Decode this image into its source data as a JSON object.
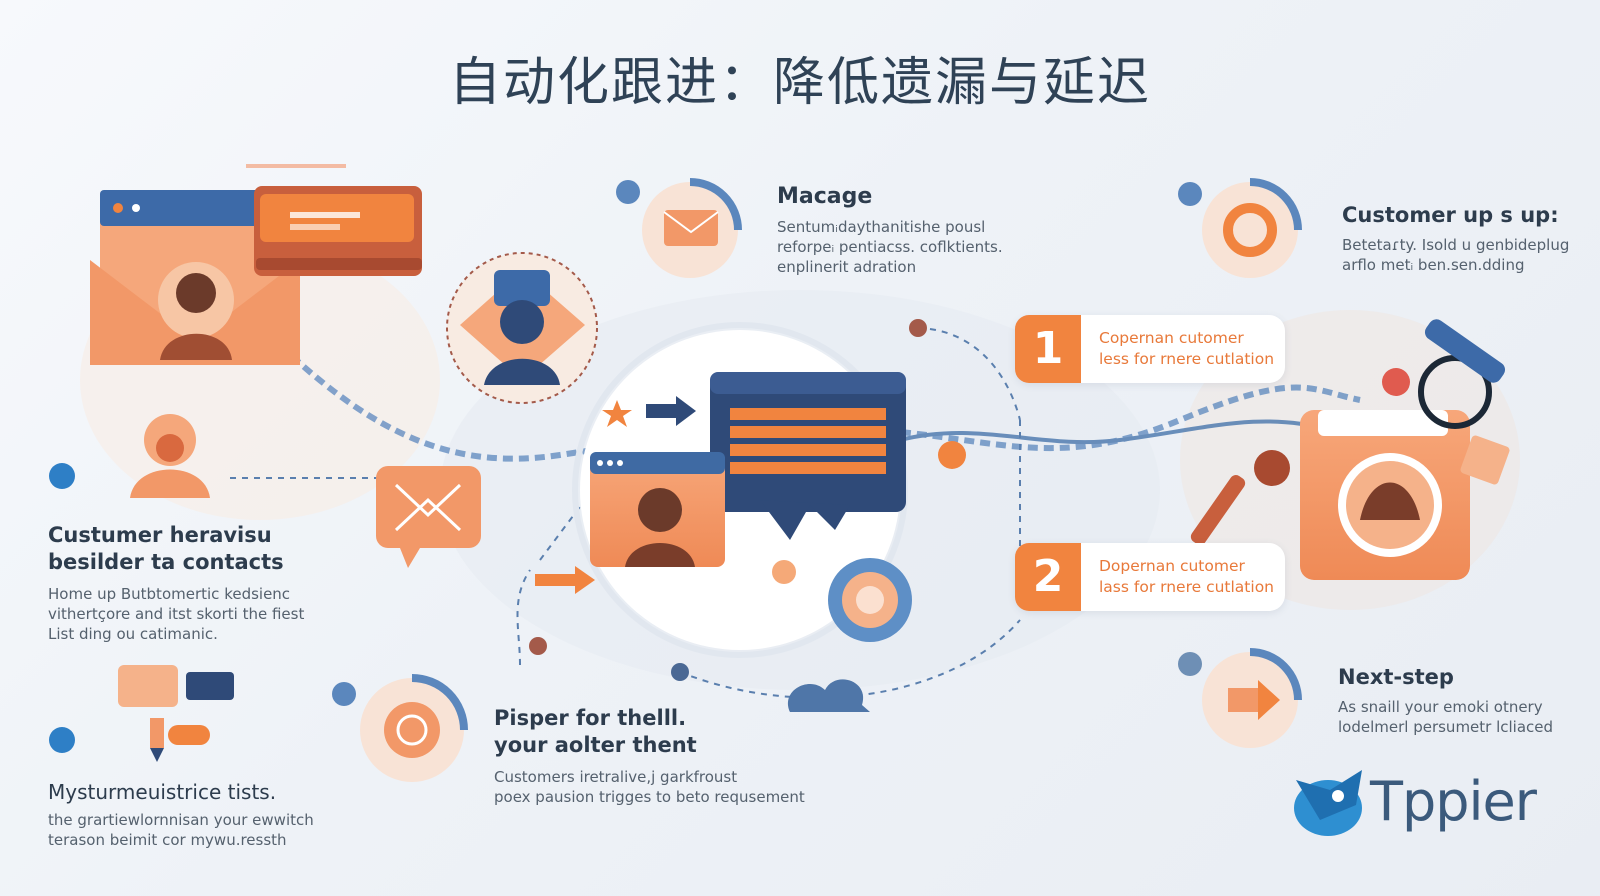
{
  "title": "自动化跟进：降低遗漏与延迟",
  "colors": {
    "accent_orange": "#f1843f",
    "navy": "#2f4a78",
    "blue_line": "#4f7fb8",
    "title": "#2f4256"
  },
  "sections": {
    "macage": {
      "heading": "Macage",
      "lines": [
        "Sentumᵢdaythanitishe pousl",
        "reforpeᵢ pentiacss. coflktients.",
        "enplinerit adration"
      ],
      "icon": "envelope-icon"
    },
    "customer_up": {
      "heading": "Customer up s up:",
      "lines": [
        "Betetaɾty. Isold u genbideplug",
        "arflo metᵢ ben.sen.dding"
      ],
      "icon": "donut-icon"
    },
    "custumer_heravisu": {
      "heading_lines": [
        "Custumer heravisu",
        "besilder ta contacts"
      ],
      "lines": [
        "Home up Butbtomertic kedsienc",
        "vithertçore and itst skorti the fiest",
        "List ding ou catimanic."
      ],
      "icon": "person-icon"
    },
    "pisper": {
      "heading_lines": [
        "Pisper for thelll.",
        "your aolter thent"
      ],
      "lines": [
        "Customers iretralive,j garkfroust",
        "poex pausion trigges to beto requsement"
      ],
      "icon": "refresh-icon"
    },
    "mystur": {
      "heading": "Mysturmeuistrice tists.",
      "lines": [
        "the grartiewlornnisan your ewwitch",
        "terason beimit cor mywu.ressth"
      ],
      "icon": "chat-bubbles-icon"
    },
    "next_step": {
      "heading": "Next-step",
      "lines": [
        "As snaill your emoki otnery",
        "lodelmerl persumetr lcliaced"
      ],
      "icon": "arrow-right-icon"
    }
  },
  "steps": [
    {
      "number": "1",
      "lines": [
        "Copernan cutomer",
        "less for rnere cutlation"
      ]
    },
    {
      "number": "2",
      "lines": [
        "Dopernan cutomer",
        "lass for rnere cutlation"
      ]
    }
  ],
  "brand": {
    "name": "Tppier",
    "icon": "bird-logo-icon"
  }
}
